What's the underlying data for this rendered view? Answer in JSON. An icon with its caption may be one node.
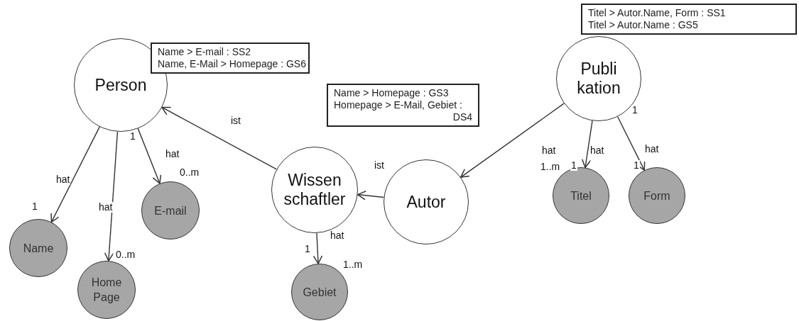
{
  "diagram": {
    "nodes": [
      {
        "text": [
          "Person"
        ]
      },
      {
        "text": [
          "Name > E-mail : SS2",
          "Name, E-Mail > Homepage : GS6"
        ]
      },
      {
        "text": [
          "Name"
        ]
      },
      {
        "text": [
          "Home Page"
        ]
      },
      {
        "text": [
          "E-mail"
        ]
      },
      {
        "text": [
          "Wissen schaftler"
        ]
      },
      {
        "text": [
          "Name > Homepage : GS3",
          "Homepage > E-Mail, Gebiet : DS4"
        ]
      },
      {
        "text": [
          "Gebiet"
        ]
      },
      {
        "text": [
          "Autor"
        ]
      },
      {
        "text": [
          "Publi kation"
        ]
      },
      {
        "text": [
          "Titel > Autor.Name, Form : SS1",
          "Titel > Autor.Name : GS5"
        ]
      },
      {
        "text": [
          "Titel"
        ]
      },
      {
        "text": [
          "Form"
        ]
      }
    ],
    "edges": [
      {
        "from": 0,
        "to": 2,
        "arrow": "to",
        "label": "hat"
      },
      {
        "from": 0,
        "to": 3,
        "arrow": "to",
        "label": "hat"
      },
      {
        "from": 0,
        "to": 4,
        "arrow": "to",
        "label": "hat"
      },
      {
        "from": 5,
        "to": 0,
        "arrow": "to",
        "label": "ist"
      },
      {
        "from": 8,
        "to": 5,
        "arrow": "to",
        "label": "ist"
      },
      {
        "from": 5,
        "to": 7,
        "arrow": "to",
        "label": "hat"
      },
      {
        "from": 9,
        "to": 8,
        "arrow": "to",
        "label": "hat"
      },
      {
        "from": 9,
        "to": 11,
        "arrow": "to",
        "label": "hat"
      },
      {
        "from": 9,
        "to": 12,
        "arrow": "to",
        "label": "hat"
      }
    ],
    "labels": [
      "1",
      "1",
      "1..m",
      "1",
      "1",
      "0..m",
      "1",
      "0..m",
      "1",
      "1..m"
    ]
  }
}
